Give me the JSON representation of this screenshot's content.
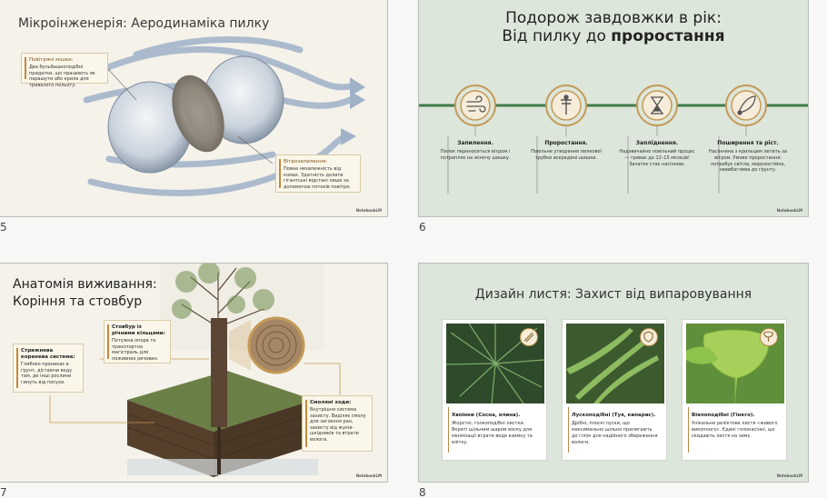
{
  "slides": [
    {
      "number": "5",
      "title": "Мікроінженерія: Аеродинаміка пилку",
      "callout_left": {
        "heading": "Повітряні мішки:",
        "text": "Два бульбашкоподібні придатки, що працюють як парашути або крила для тривалого польоту."
      },
      "callout_right": {
        "heading": "Вітрозапилення:",
        "text": "Повна незалежність від комах. Здатність долати гігантські відстані лише за допомогою потоків повітря."
      },
      "brand": "NotebookLM"
    },
    {
      "number": "6",
      "title_line1": "Подорож завдовжки в рік:",
      "title_line2_plain": "Від пилку до ",
      "title_line2_bold": "проростання",
      "steps": [
        {
          "title": "Запилення.",
          "text": "Пилок переноситься вітром і потрапляє на жіночу шишку.",
          "icon": "wind-icon"
        },
        {
          "title": "Проростання.",
          "text": "Повільне утворення пилкової трубки всередині шишки.",
          "icon": "pollen-tube-icon"
        },
        {
          "title": "Запліднення.",
          "text": "Надзвичайно повільний процес — триває до 12–15 місяців! Зачаток стає насінною.",
          "icon": "hourglass-icon"
        },
        {
          "title": "Поширення та ріст.",
          "text": "Насіннина з крильцем летить за вітром. Умови проростання: потребує світла, морозостійка, невибаглива до ґрунту.",
          "icon": "winged-seed-icon"
        }
      ],
      "brand": "NotebookLM"
    },
    {
      "number": "7",
      "title_line1": "Анатомія виживання:",
      "title_line2": "Коріння та стовбур",
      "callout_root": {
        "heading": "Стрижнева коренева система:",
        "text": "Глибоко проникає в ґрунт, дістаючи воду там, де інші рослини гинуть від посухи."
      },
      "callout_trunk": {
        "heading": "Стовбур із річними кільцями:",
        "text": "Потужна опора та транспортна магістраль для поживних речовин."
      },
      "callout_resin": {
        "heading": "Смоляні ходи:",
        "text": "Внутрішня система захисту. Виділяє смолу для загоєння ран, захисту від жуків-шкідників та втрати вологи."
      },
      "brand": "NotebookLM"
    },
    {
      "number": "8",
      "title": "Дизайн листя: Захист від випаровування",
      "cards": [
        {
          "title": "Хвоїнки (Сосна, ялина).",
          "text": "Жорсткі, голкоподібні листки. Вкриті щільним шаром воску для мінімізації втрати води взимку та влітку.",
          "icon": "pine-needle-icon"
        },
        {
          "title": "Лускоподібні (Туя, кипарис).",
          "text": "Дрібні, плоскі луски, що максимально щільно прилягають до гілок для надійного збереження вологи.",
          "icon": "shield-leaf-icon"
        },
        {
          "title": "Віялоподібні (Гінкго).",
          "text": "Унікальне реліктове листя «живого викопного». Єдині голонасінні, що скидають листя на зиму.",
          "icon": "ginkgo-leaf-icon"
        }
      ],
      "brand": "NotebookLM"
    }
  ],
  "colors": {
    "accent_gold": "#b98a45",
    "green_line": "#3f7a4a",
    "sage_bg": "#dde6db",
    "cream_bg": "#f5f2ea"
  }
}
